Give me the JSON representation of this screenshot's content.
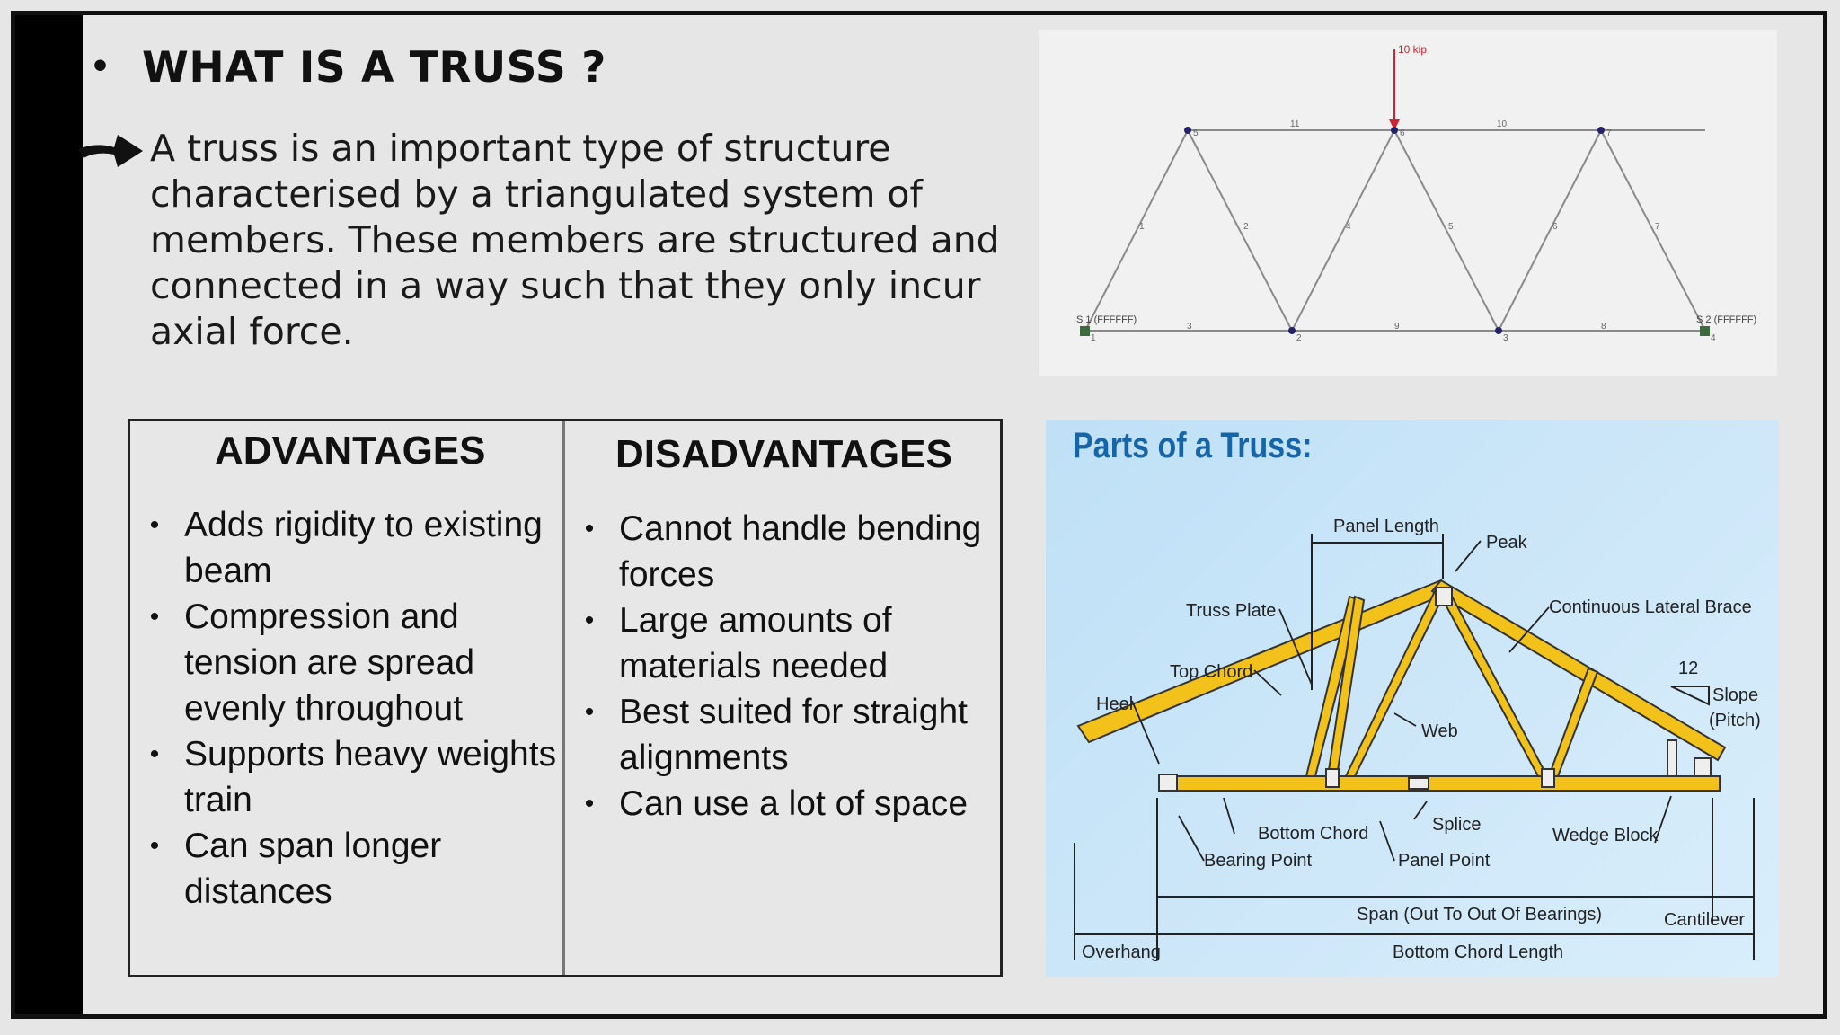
{
  "title": {
    "bullet": "•",
    "text": "WHAT IS A TRUSS ?"
  },
  "intro": {
    "lines": [
      "A truss is an important type of structure",
      "characterised by a triangulated system of",
      "members. These members are structured and",
      "connected in a way such that they only incur",
      "axial force."
    ]
  },
  "advantages": {
    "heading": "ADVANTAGES",
    "items": [
      {
        "lines": [
          "Adds rigidity to existing",
          "beam"
        ]
      },
      {
        "lines": [
          "Compression and",
          "tension are spread",
          "evenly throughout"
        ]
      },
      {
        "lines": [
          "Supports heavy weights",
          "train"
        ]
      },
      {
        "lines": [
          "Can span longer",
          "distances"
        ]
      }
    ]
  },
  "disadvantages": {
    "heading": "DISADVANTAGES",
    "items": [
      {
        "lines": [
          "Cannot handle bending",
          "forces"
        ]
      },
      {
        "lines": [
          "Large amounts of",
          "materials needed"
        ]
      },
      {
        "lines": [
          "Best suited for straight",
          "alignments"
        ]
      },
      {
        "lines": [
          "Can use a lot of space"
        ]
      }
    ]
  },
  "truss_diagram": {
    "load_label": "10 kip",
    "support_left": "S 1 (FFFFFF)",
    "support_right": "S 2 (FFFFFF)",
    "node_labels": [
      "1",
      "2",
      "3",
      "4",
      "5",
      "6",
      "7"
    ],
    "member_labels": [
      "1",
      "2",
      "3",
      "4",
      "5",
      "6",
      "7",
      "8",
      "9",
      "10",
      "11"
    ]
  },
  "parts_diagram": {
    "heading": "Parts of a Truss:",
    "labels": {
      "panel_length": "Panel Length",
      "peak": "Peak",
      "truss_plate": "Truss Plate",
      "continuous_lateral_brace": "Continuous Lateral Brace",
      "top_chord": "Top Chord",
      "slope_number": "12",
      "slope": "Slope",
      "pitch": "(Pitch)",
      "heel": "Heel",
      "web": "Web",
      "splice": "Splice",
      "bottom_chord": "Bottom Chord",
      "wedge_block": "Wedge Block",
      "bearing_point": "Bearing Point",
      "panel_point": "Panel Point",
      "span": "Span (Out To Out Of Bearings)",
      "cantilever": "Cantilever",
      "overhang": "Overhang",
      "bottom_chord_length": "Bottom Chord Length"
    },
    "colors": {
      "member": "#f2c21b",
      "outline": "#333333",
      "heading": "#1565a8"
    }
  }
}
